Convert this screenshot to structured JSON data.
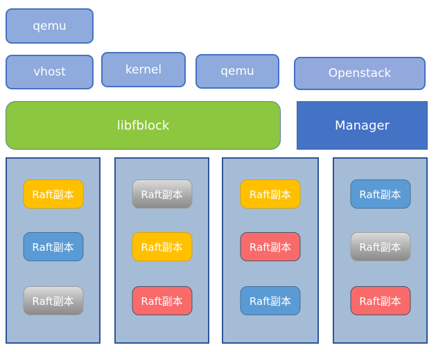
{
  "palette": {
    "periwinkle_fill": "#8FAADC",
    "periwinkle_border": "#4472C4",
    "green_fill": "#8DC63F",
    "manager_fill": "#4472C4",
    "panel_fill": "#A5BCD6",
    "panel_border": "#2E5395",
    "raft_yellow": "#FFC000",
    "raft_blue": "#5B9BD5",
    "raft_red": "#F96A6A",
    "raft_gray_gradient_top": "#DCDCDC",
    "raft_gray_gradient_bottom": "#8A8A8A",
    "text_color": "#FFFFFF"
  },
  "layers": {
    "guest_qemu": "qemu",
    "frontend": [
      "vhost",
      "kernel",
      "qemu",
      "Openstack"
    ],
    "libfblock": "libfblock",
    "manager": "Manager"
  },
  "replica_columns": [
    {
      "boxes": [
        {
          "label": "Raft副本",
          "variant": "yellow"
        },
        {
          "label": "Raft副本",
          "variant": "blue"
        },
        {
          "label": "Raft副本",
          "variant": "gray"
        }
      ]
    },
    {
      "boxes": [
        {
          "label": "Raft副本",
          "variant": "gray"
        },
        {
          "label": "Raft副本",
          "variant": "yellow"
        },
        {
          "label": "Raft副本",
          "variant": "red"
        }
      ]
    },
    {
      "boxes": [
        {
          "label": "Raft副本",
          "variant": "yellow"
        },
        {
          "label": "Raft副本",
          "variant": "red"
        },
        {
          "label": "Raft副本",
          "variant": "blue"
        }
      ]
    },
    {
      "boxes": [
        {
          "label": "Raft副本",
          "variant": "blue"
        },
        {
          "label": "Raft副本",
          "variant": "gray"
        },
        {
          "label": "Raft副本",
          "variant": "red"
        }
      ]
    }
  ]
}
